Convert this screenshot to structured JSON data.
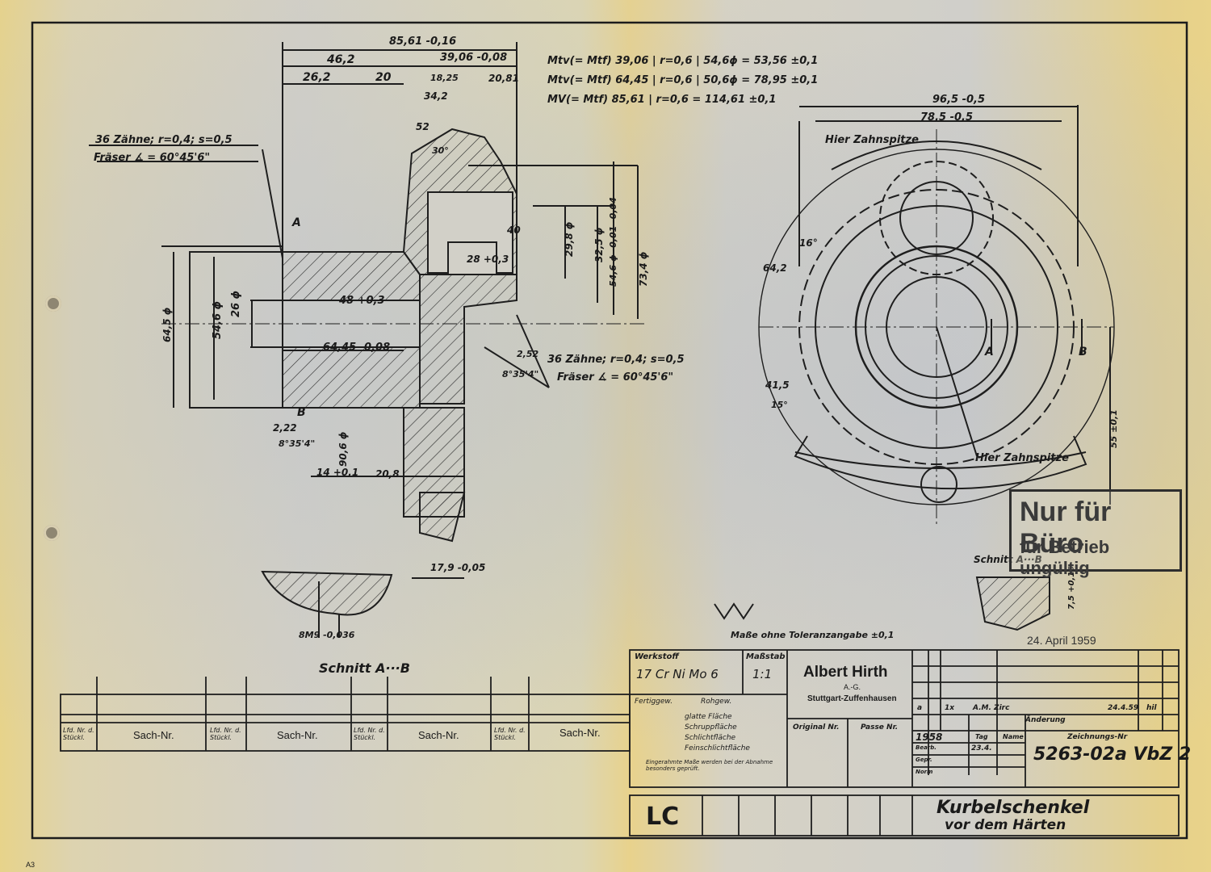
{
  "dims": {
    "d1": "85,61 -0,16",
    "d2": "46,2",
    "d3": "39,06 -0,08",
    "d4": "26,2",
    "d5": "20",
    "d6": "18,25",
    "d7": "20,81",
    "d8": "34,2",
    "d9": "52",
    "d10": "30°",
    "d11": "48 +0,3",
    "d12": "64,45 -0,08",
    "d13": "26 ϕ",
    "d14": "54,6 ϕ",
    "d15": "64,5 ϕ",
    "d16": "29,8 ϕ",
    "d17": "32,5 ϕ",
    "d18": "54,6 ϕ -0,01 -0,04",
    "d19": "73,4 ϕ",
    "d20": "28 +0,3",
    "d21": "40",
    "d22": "90,6 ϕ",
    "d23": "14 +0,1",
    "d24": "20,8",
    "d25": "17,9 -0,05",
    "d26": "2,22",
    "d27": "8°35'4\"",
    "d28": "8M9 -0,036",
    "d29": "96,5 -0,5",
    "d30": "78,5 -0,5",
    "d31": "64,2",
    "d32": "16°",
    "d33": "55 ±0,1",
    "d34": "41,5",
    "d35": "15°",
    "d36": "2,52",
    "d37": "7,5 +0,15",
    "d38": "A",
    "d39": "B",
    "d40": "A",
    "d41": "B",
    "d42": "A",
    "d43": "B"
  },
  "notes": {
    "teeth_left": "36 Zähne; r=0,4; s=0,5",
    "cutter_left": "Fräser ∡ = 60°45'6\"",
    "teeth_right": "36 Zähne; r=0,4; s=0,5",
    "cutter_right": "Fräser ∡ = 60°45'6\"",
    "angle_small": "8°35'4\"",
    "mtv1": "Mtv(= Mtf) 39,06 | r=0,6 | 54,6ϕ = 53,56 ±0,1",
    "mtv2": "Mtv(= Mtf) 64,45 | r=0,6 | 50,6ϕ = 78,95 ±0,1",
    "mtv3": "MV(= Mtf) 85,61 | r=0,6 = 114,61 ±0,1",
    "tooth_tip_top": "Hier Zahnspitze",
    "tooth_tip_bottom": "Hier Zahnspitze",
    "section_ab_left": "Schnitt A···B",
    "section_ab_right": "Schnitt A···B",
    "tolerance_note": "Maße ohne Toleranzangabe ±0,1",
    "date_stamp": "24. April 1959"
  },
  "stamp": {
    "line1": "Nur für Büro",
    "line2": "für Betrieb ungültig"
  },
  "title_block": {
    "werkstoff_label": "Werkstoff",
    "werkstoff_value": "17 Cr Ni Mo 6",
    "massstab_label": "Maßstab",
    "massstab_value": "1:1",
    "company": "Albert Hirth",
    "company_sub": "A.-G.",
    "company_city": "Stuttgart-Zuffenhausen",
    "fertiggew": "Fertiggew.",
    "rohgew": "Rohgew.",
    "surface1": "glatte Fläche",
    "surface2": "Schruppfläche",
    "surface3": "Schlichtfläche",
    "surface4": "Feinschlichtfläche",
    "note_small": "Eingerahmte Maße werden bei der Abnahme besonders geprüft.",
    "original_nr": "Original Nr.",
    "passe_nr": "Passe Nr.",
    "change_letter": "a",
    "change_qty": "1x",
    "change_by": "A.M. Zirc",
    "change_label": "Änderung",
    "change_date": "24.4.59",
    "change_sign": "hil",
    "tag_label": "Tag",
    "name_label": "Name",
    "year": "1958",
    "bearb_label": "Bearb.",
    "gepr_label": "Gepr.",
    "norm_label": "Norm",
    "bearb_date": "23.4.",
    "zeichnung_label": "Zeichnungs-Nr",
    "drawing_no": "5263-02a VbZ 2",
    "lc": "LC",
    "title1": "Kurbelschenkel",
    "title2": "vor dem Härten",
    "sheet_format": "A3"
  },
  "parts_list": {
    "col_lfd": "Lfd. Nr. d. Stückl.",
    "col_sach": "Sach-Nr."
  }
}
